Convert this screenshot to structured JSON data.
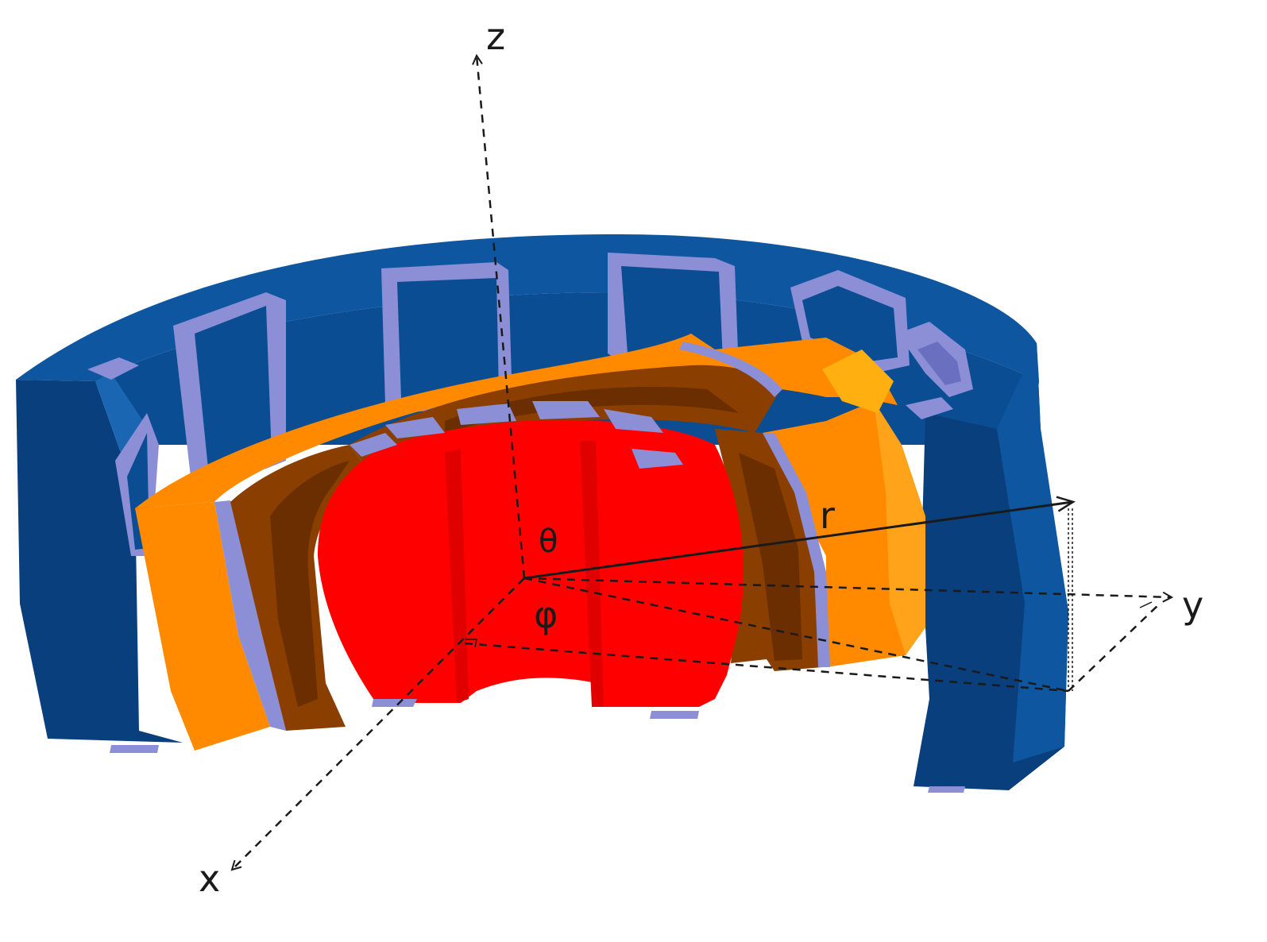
{
  "labels": {
    "z": "z",
    "x": "x",
    "y": "y",
    "r": "r",
    "theta": "θ",
    "phi": "φ"
  },
  "colors": {
    "stator_dark": "#0a3f7e",
    "stator_mid": "#0f56a0",
    "stator_light": "#1a66b2",
    "coil": "#8c8fd6",
    "coil_dark": "#6a6fc0",
    "orange": "#ff8a00",
    "orange_light": "#ffa31a",
    "brown": "#8a3f00",
    "brown_dark": "#6a2e00",
    "red": "#ff0000",
    "red_dark": "#d60000",
    "axis": "#1a1a1a"
  }
}
